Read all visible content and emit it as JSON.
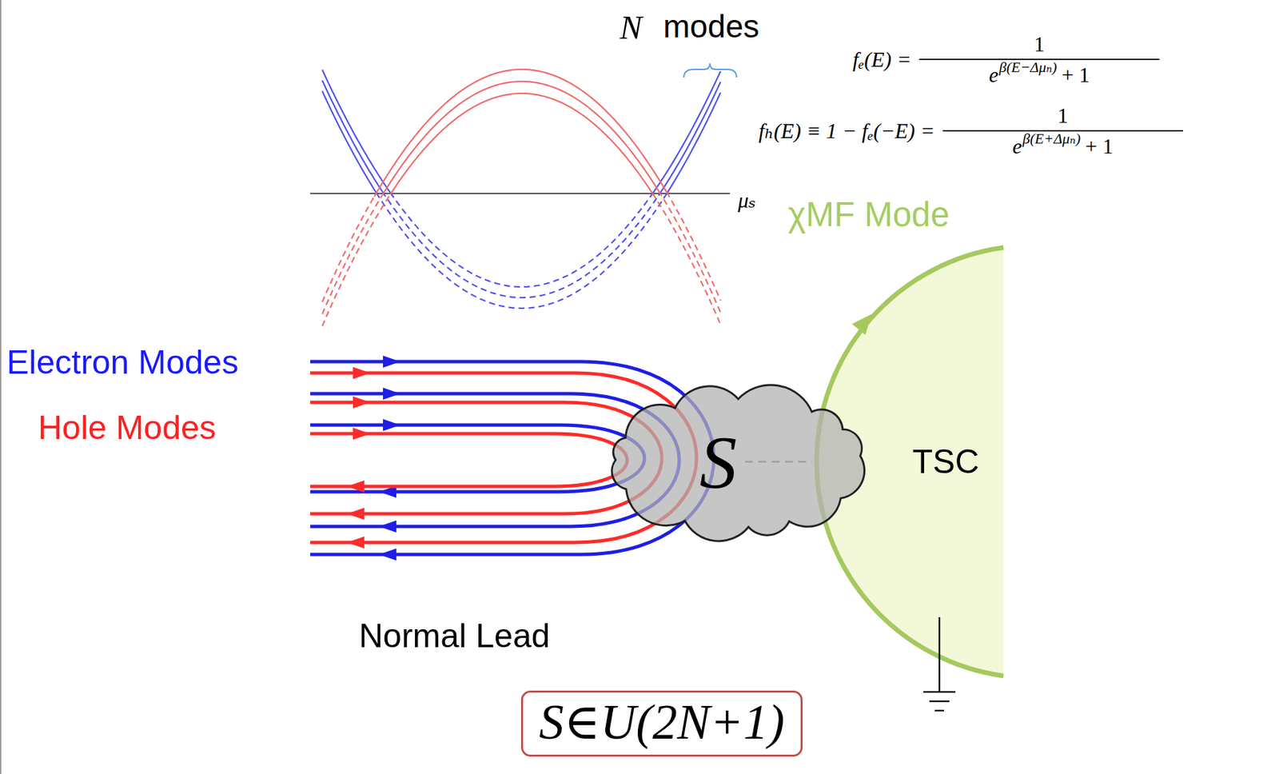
{
  "diagram": {
    "nodes": [
      {
        "text": [
          "S"
        ]
      },
      {
        "text": [
          "TSC"
        ]
      },
      {
        "text": [
          "S∈U(2N+1)"
        ]
      }
    ],
    "edges": [
      {
        "from": 0,
        "to": 1,
        "arrow": "none"
      }
    ],
    "labels": [
      "N",
      "modes",
      "fₑ(E) =",
      "1",
      "e",
      "β(E−Δμₙ)",
      "+ 1",
      "fₕ(E) ≡ 1 − fₑ(−E) =",
      "1",
      "e",
      "β(E+Δμₙ)",
      "+ 1",
      "μₛ",
      "χMF Mode",
      "Electron Modes",
      "Hole Modes",
      "Normal Lead"
    ]
  }
}
